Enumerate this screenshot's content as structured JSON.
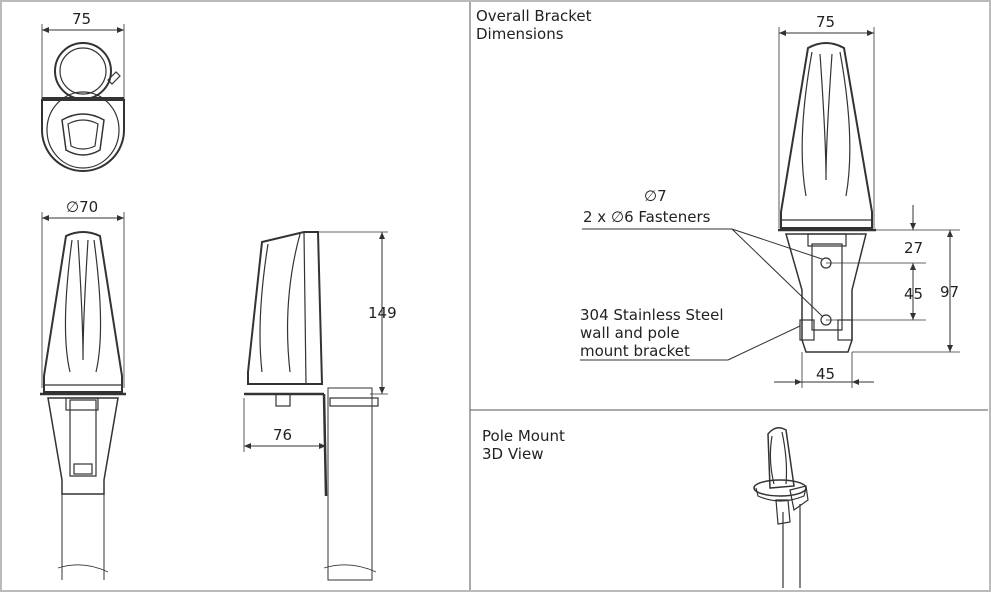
{
  "panels": {
    "bracket_title": [
      "Overall Bracket",
      "Dimensions"
    ],
    "pole_title": [
      "Pole Mount",
      "3D View"
    ]
  },
  "dimensions": {
    "top_width": "75",
    "front_diameter": "70",
    "side_height": "149",
    "side_offset": "76",
    "bracket_width": "75",
    "hole_top": "27",
    "hole_spacing": "45",
    "bracket_height": "97",
    "bracket_base": "45"
  },
  "callouts": {
    "hole_diameter": "7",
    "fasteners": "2 x",
    "fastener_dia": "6 Fasteners",
    "material": [
      "304 Stainless Steel",
      "wall and pole",
      "mount bracket"
    ]
  },
  "symbols": {
    "diameter": "∅"
  }
}
